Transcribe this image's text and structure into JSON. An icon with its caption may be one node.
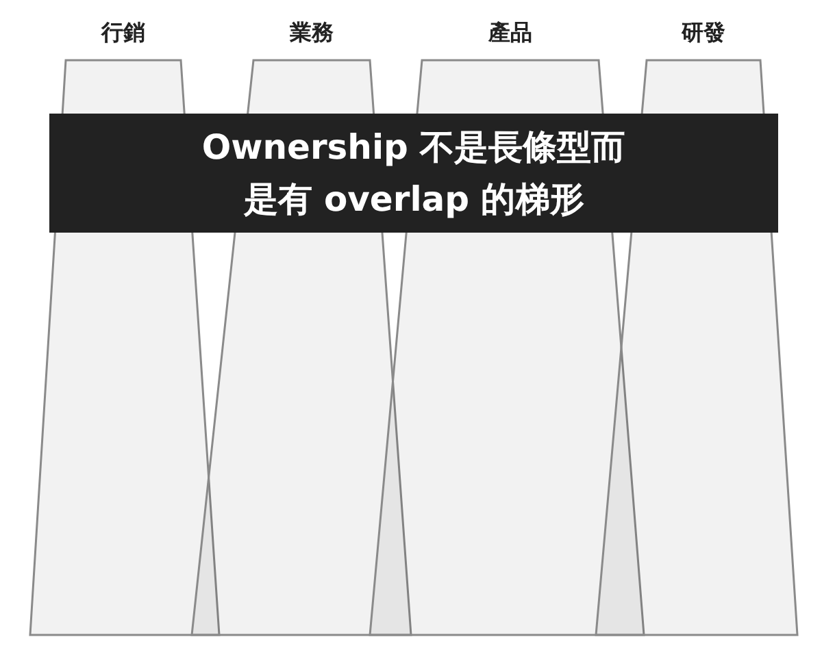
{
  "diagram": {
    "title": "Ownership 不是長條型而是有 overlap 的**梯形**",
    "nodes": [
      {
        "text": [
          "行銷"
        ]
      },
      {
        "text": [
          "業務"
        ]
      },
      {
        "text": [
          "產品"
        ]
      },
      {
        "text": [
          "研發"
        ]
      }
    ],
    "edges": []
  }
}
